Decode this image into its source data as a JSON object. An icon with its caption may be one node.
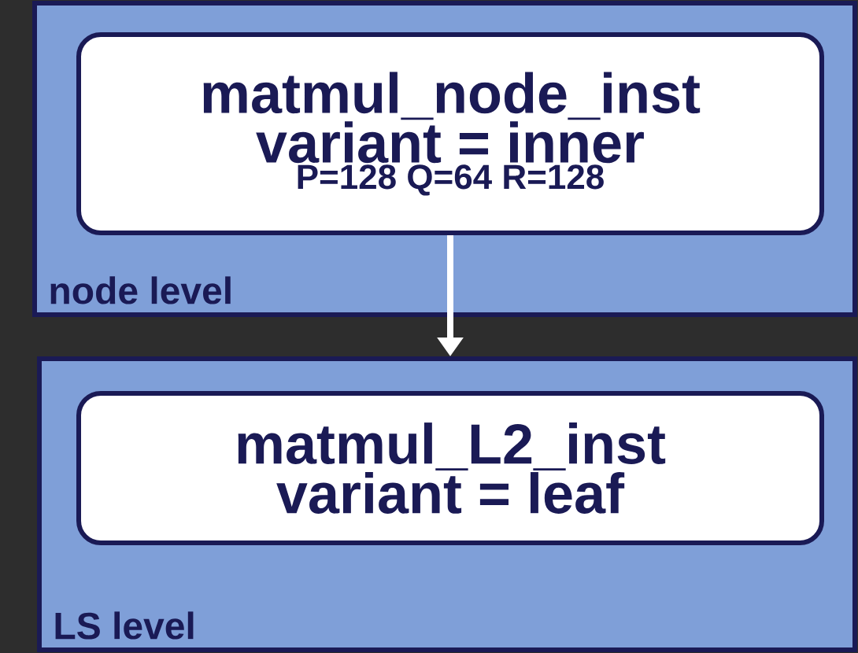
{
  "diagram": {
    "nodes": [
      {
        "text": [
          "node level"
        ]
      },
      {
        "text": [
          "matmul_node_inst",
          "variant = inner",
          "P=128 Q=64 R=128"
        ],
        "in": 0
      },
      {
        "text": [
          "LS level"
        ]
      },
      {
        "text": [
          "matmul_L2_inst",
          "variant = leaf"
        ],
        "in": 2
      }
    ],
    "edges": [
      {
        "from": 1,
        "to": 2,
        "arrow": "to"
      }
    ]
  }
}
